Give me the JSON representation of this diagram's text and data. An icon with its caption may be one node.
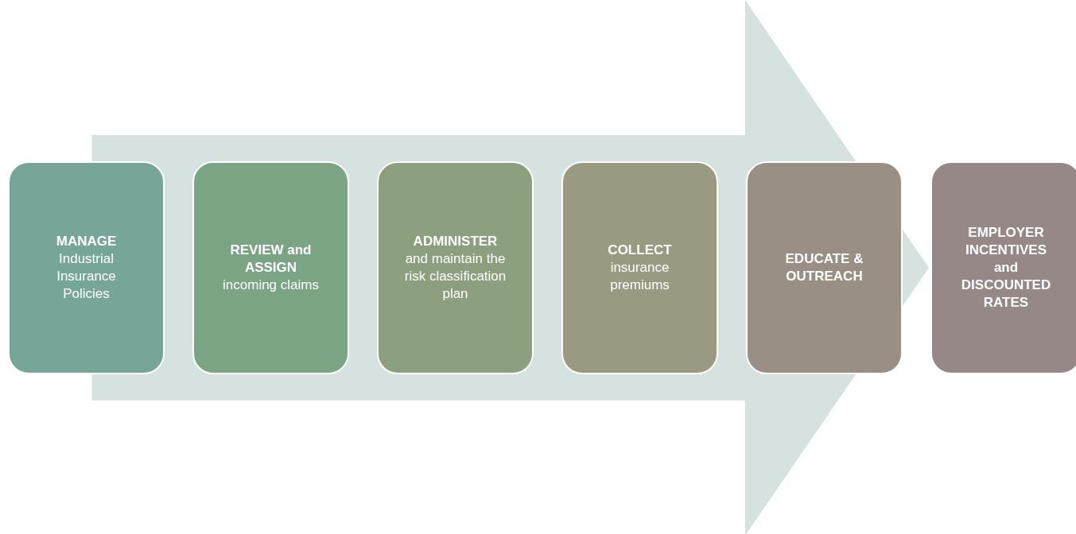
{
  "diagram": {
    "nodes": [
      {
        "text": [
          "MANAGE",
          "Industrial Insurance Policies"
        ]
      },
      {
        "text": [
          "REVIEW and ASSIGN",
          "incoming claims"
        ]
      },
      {
        "text": [
          "ADMINISTER",
          "and maintain the risk classification plan"
        ]
      },
      {
        "text": [
          "COLLECT",
          "insurance premiums"
        ]
      },
      {
        "text": [
          "EDUCATE & OUTREACH"
        ]
      },
      {
        "text": [
          "EMPLOYER INCENTIVES and DISCOUNTED RATES"
        ]
      }
    ],
    "edges": [
      {
        "from": 0,
        "to": 5,
        "arrow": "to",
        "style": "thick"
      }
    ]
  }
}
